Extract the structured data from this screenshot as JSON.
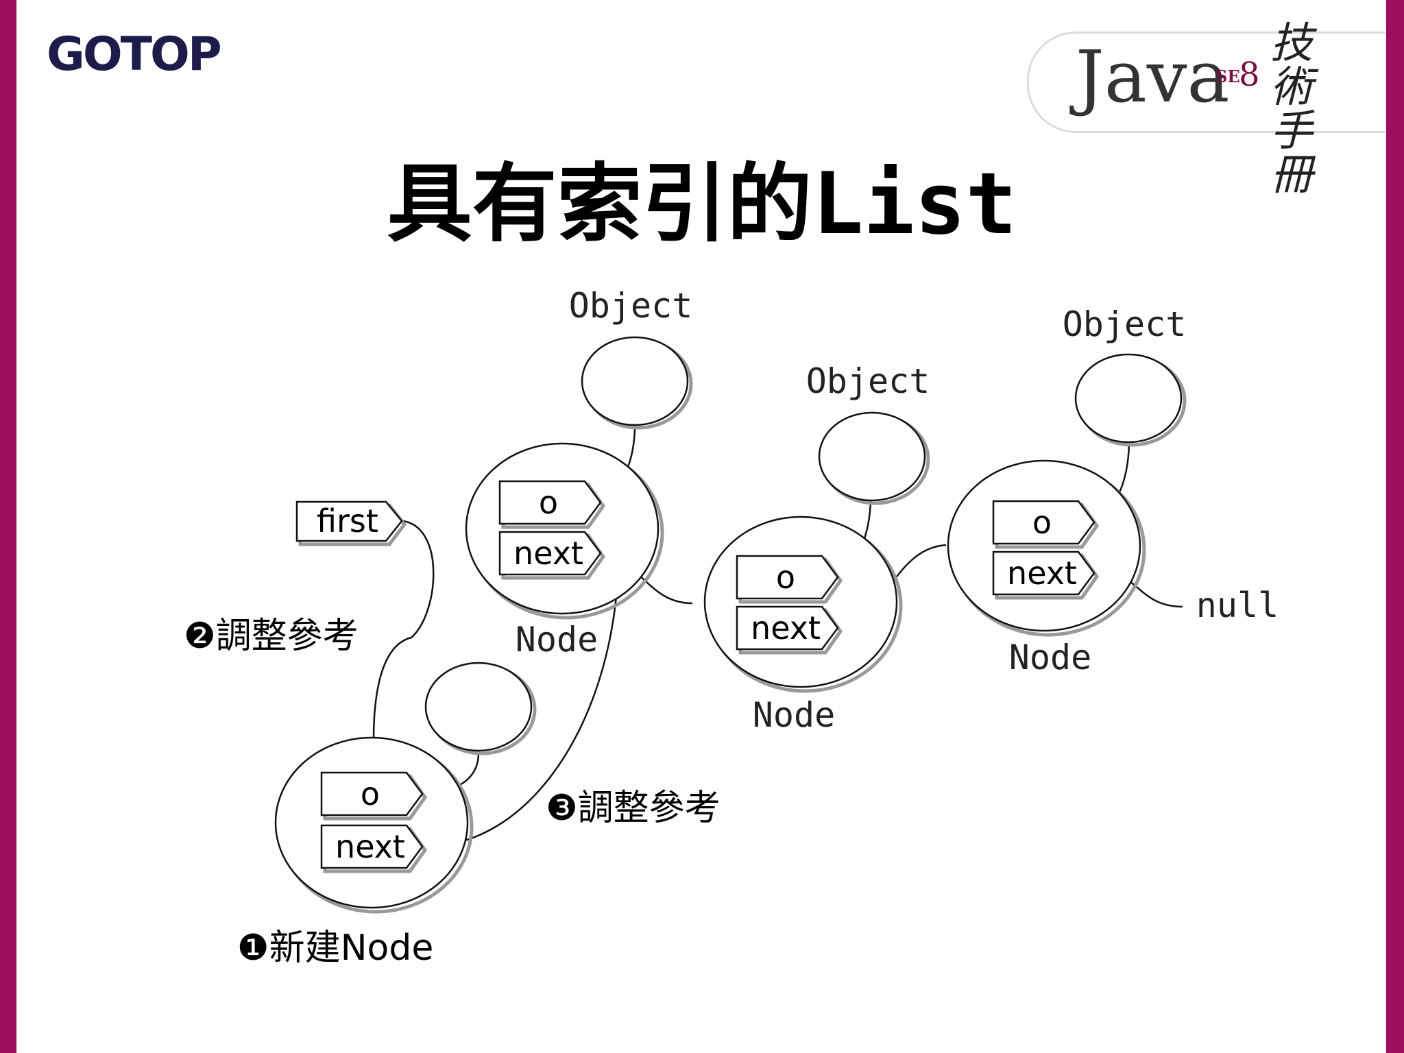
{
  "header": {
    "logo": "GOTOP",
    "badge": {
      "java": "Java",
      "se": "SE",
      "version": "8",
      "subtitle": "技術手冊"
    }
  },
  "title": {
    "main": "具有索引的",
    "code": "List"
  },
  "diagram": {
    "object_label": "Object",
    "node_label": "Node",
    "field_o": "o",
    "field_next": "next",
    "first_label": "first",
    "null_label": "null",
    "steps": {
      "step1": "❶新建Node",
      "step2": "❷調整參考",
      "step3": "❸調整參考"
    }
  },
  "colors": {
    "frame": "#9b0f5e",
    "logo": "#1c1c4a",
    "accent": "#7a0f45"
  }
}
